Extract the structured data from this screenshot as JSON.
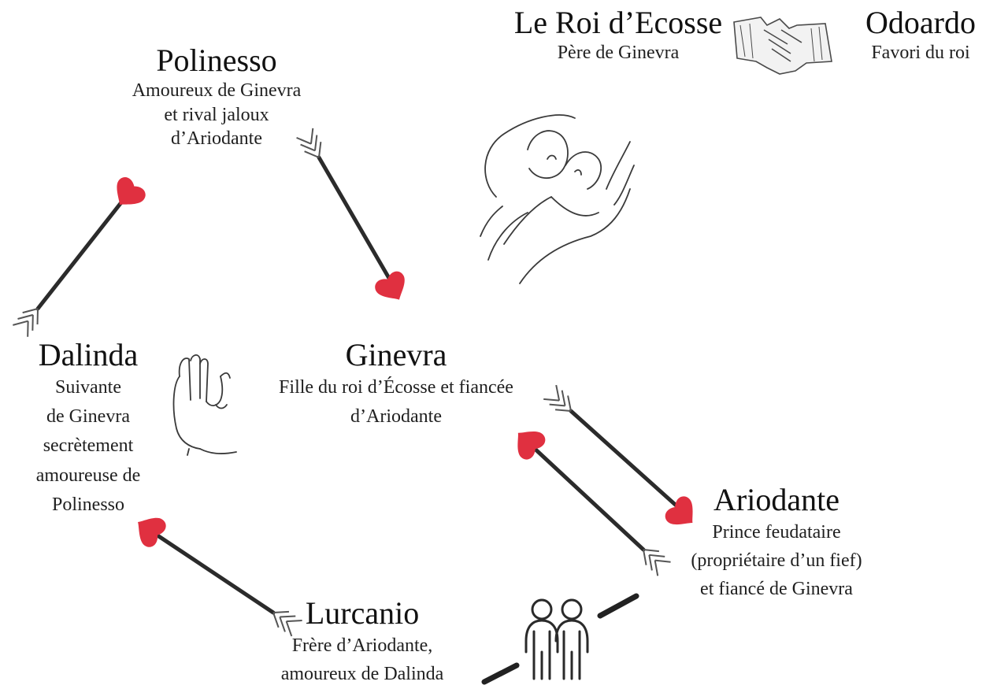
{
  "characters": {
    "roi": {
      "name": "Le Roi d’Ecosse",
      "role": "Père de Ginevra"
    },
    "odoardo": {
      "name": "Odoardo",
      "role": "Favori du roi"
    },
    "polinesso": {
      "name": "Polinesso",
      "role": [
        "Amoureux de Ginevra",
        "et rival jaloux",
        "d’Ariodante"
      ]
    },
    "dalinda": {
      "name": "Dalinda",
      "role": [
        "Suivante",
        "de Ginevra",
        "secrètement",
        "amoureuse de",
        "Polinesso"
      ]
    },
    "ginevra": {
      "name": "Ginevra",
      "role": [
        "Fille du roi d’Écosse et fiancée",
        "d’Ariodante"
      ]
    },
    "ariodante": {
      "name": "Ariodante",
      "role": [
        "Prince feudataire",
        "(propriétaire d’un fief)",
        "et fiancé de Ginevra"
      ]
    },
    "lurcanio": {
      "name": "Lurcanio",
      "role": [
        "Frère d’Ariodante,",
        "amoureux de Dalinda"
      ]
    }
  },
  "colors": {
    "heart": "#e03040",
    "shaft": "#2b2b2b",
    "fletching": "#555555",
    "sketch": "#3a3a3a"
  },
  "icons": {
    "alliance": "handshake-icon",
    "secret": "whispering-lovers-icon",
    "dalinda_secret": "whisper-hand-icon",
    "brothers": "brothers-icon"
  }
}
